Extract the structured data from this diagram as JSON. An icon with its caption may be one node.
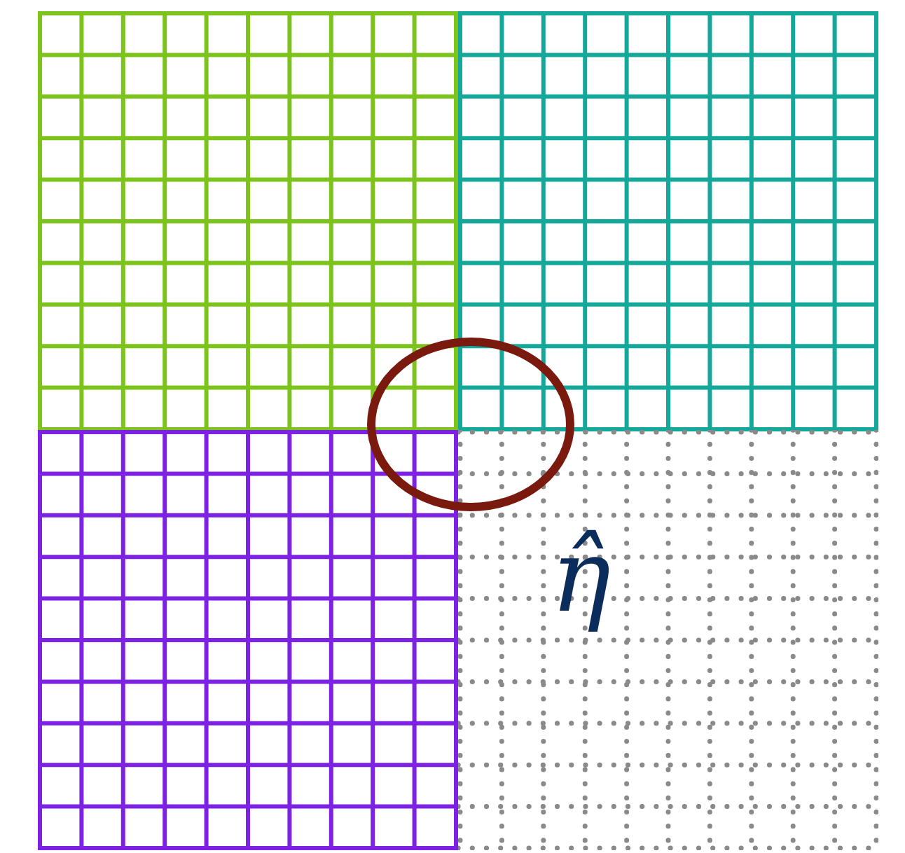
{
  "diagram": {
    "nodes": [
      {
        "text": [],
        "shape": "box"
      },
      {
        "text": [],
        "shape": "box"
      },
      {
        "text": [],
        "shape": "box"
      },
      {
        "text": [
          "η̂"
        ]
      }
    ]
  }
}
